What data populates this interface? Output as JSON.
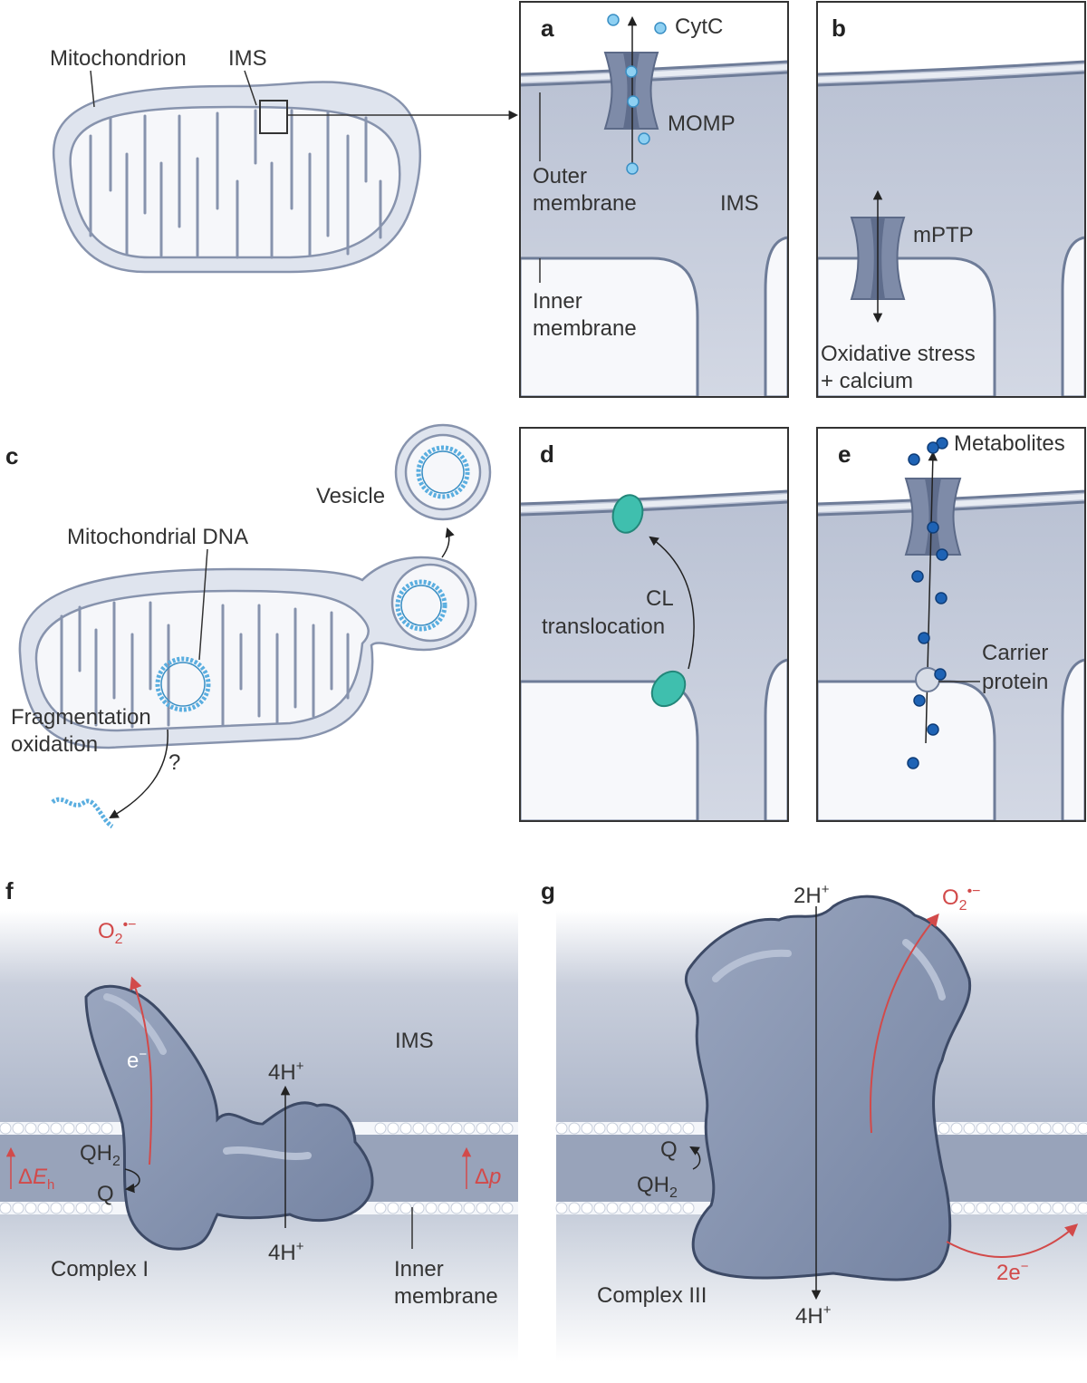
{
  "panel_letters": {
    "a": "a",
    "b": "b",
    "c": "c",
    "d": "d",
    "e": "e",
    "f": "f",
    "g": "g"
  },
  "top_left": {
    "mitochondrion": "Mitochondrion",
    "ims": "IMS"
  },
  "panel_a": {
    "cytc": "CytC",
    "momp": "MOMP",
    "outer1": "Outer",
    "outer2": "membrane",
    "ims": "IMS",
    "inner1": "Inner",
    "inner2": "membrane"
  },
  "panel_b": {
    "mptp": "mPTP",
    "stress1": "Oxidative stress",
    "stress2": "+ calcium"
  },
  "panel_c": {
    "vesicle": "Vesicle",
    "mtdna": "Mitochondrial DNA",
    "frag1": "Fragmentation",
    "frag2": "oxidation",
    "question": "?"
  },
  "panel_d": {
    "cl1": "CL",
    "cl2": "translocation"
  },
  "panel_e": {
    "metabolites": "Metabolites",
    "carrier1": "Carrier",
    "carrier2": "protein"
  },
  "panel_f": {
    "ims": "IMS",
    "h_top": "4H",
    "h_bottom": "4H",
    "electron": "e",
    "qh2": "QH",
    "q": "Q",
    "delta_eh": "E",
    "delta_p": "p",
    "complex": "Complex I",
    "inner1": "Inner",
    "inner2": "membrane"
  },
  "panel_g": {
    "h_top": "2H",
    "h_bottom": "4H",
    "q": "Q",
    "qh2": "QH",
    "two_e": "2e",
    "complex": "Complex III"
  },
  "colors": {
    "membrane": "#7b8aa6",
    "ims": "#c3cad9",
    "matrix": "#f7f8fb",
    "protein": "#8795b0",
    "dna": "#5aaee0",
    "teal": "#3fbfae",
    "metabolite": "#1e63b5",
    "red": "#d24a4a"
  }
}
